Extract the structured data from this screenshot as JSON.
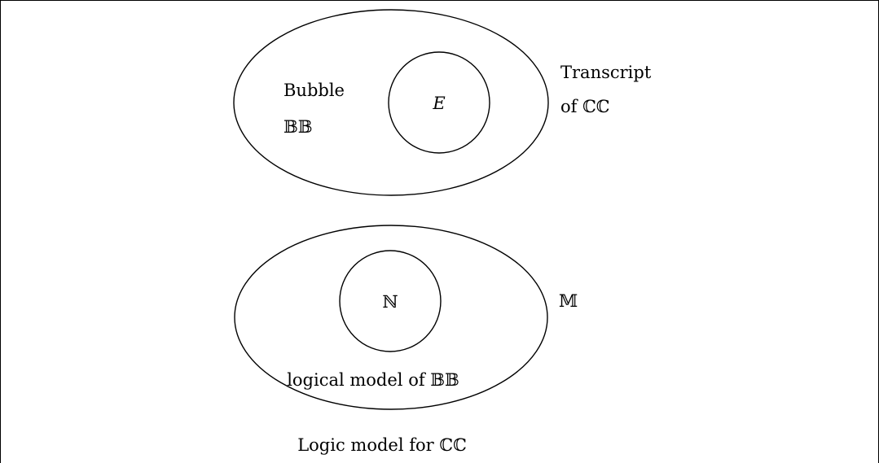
{
  "diagram": {
    "top_group": {
      "outer_label_line1": "Transcript",
      "outer_label_line2": "of ℂℂ",
      "inner_label_line1": "Bubble",
      "inner_label_line2": "𝔹𝔹",
      "circle_label": "E"
    },
    "bottom_group": {
      "outer_label": "𝕄",
      "circle_label": "ℕ",
      "inner_label": "logical model of 𝔹𝔹",
      "below_label": "Logic model for ℂℂ"
    }
  }
}
